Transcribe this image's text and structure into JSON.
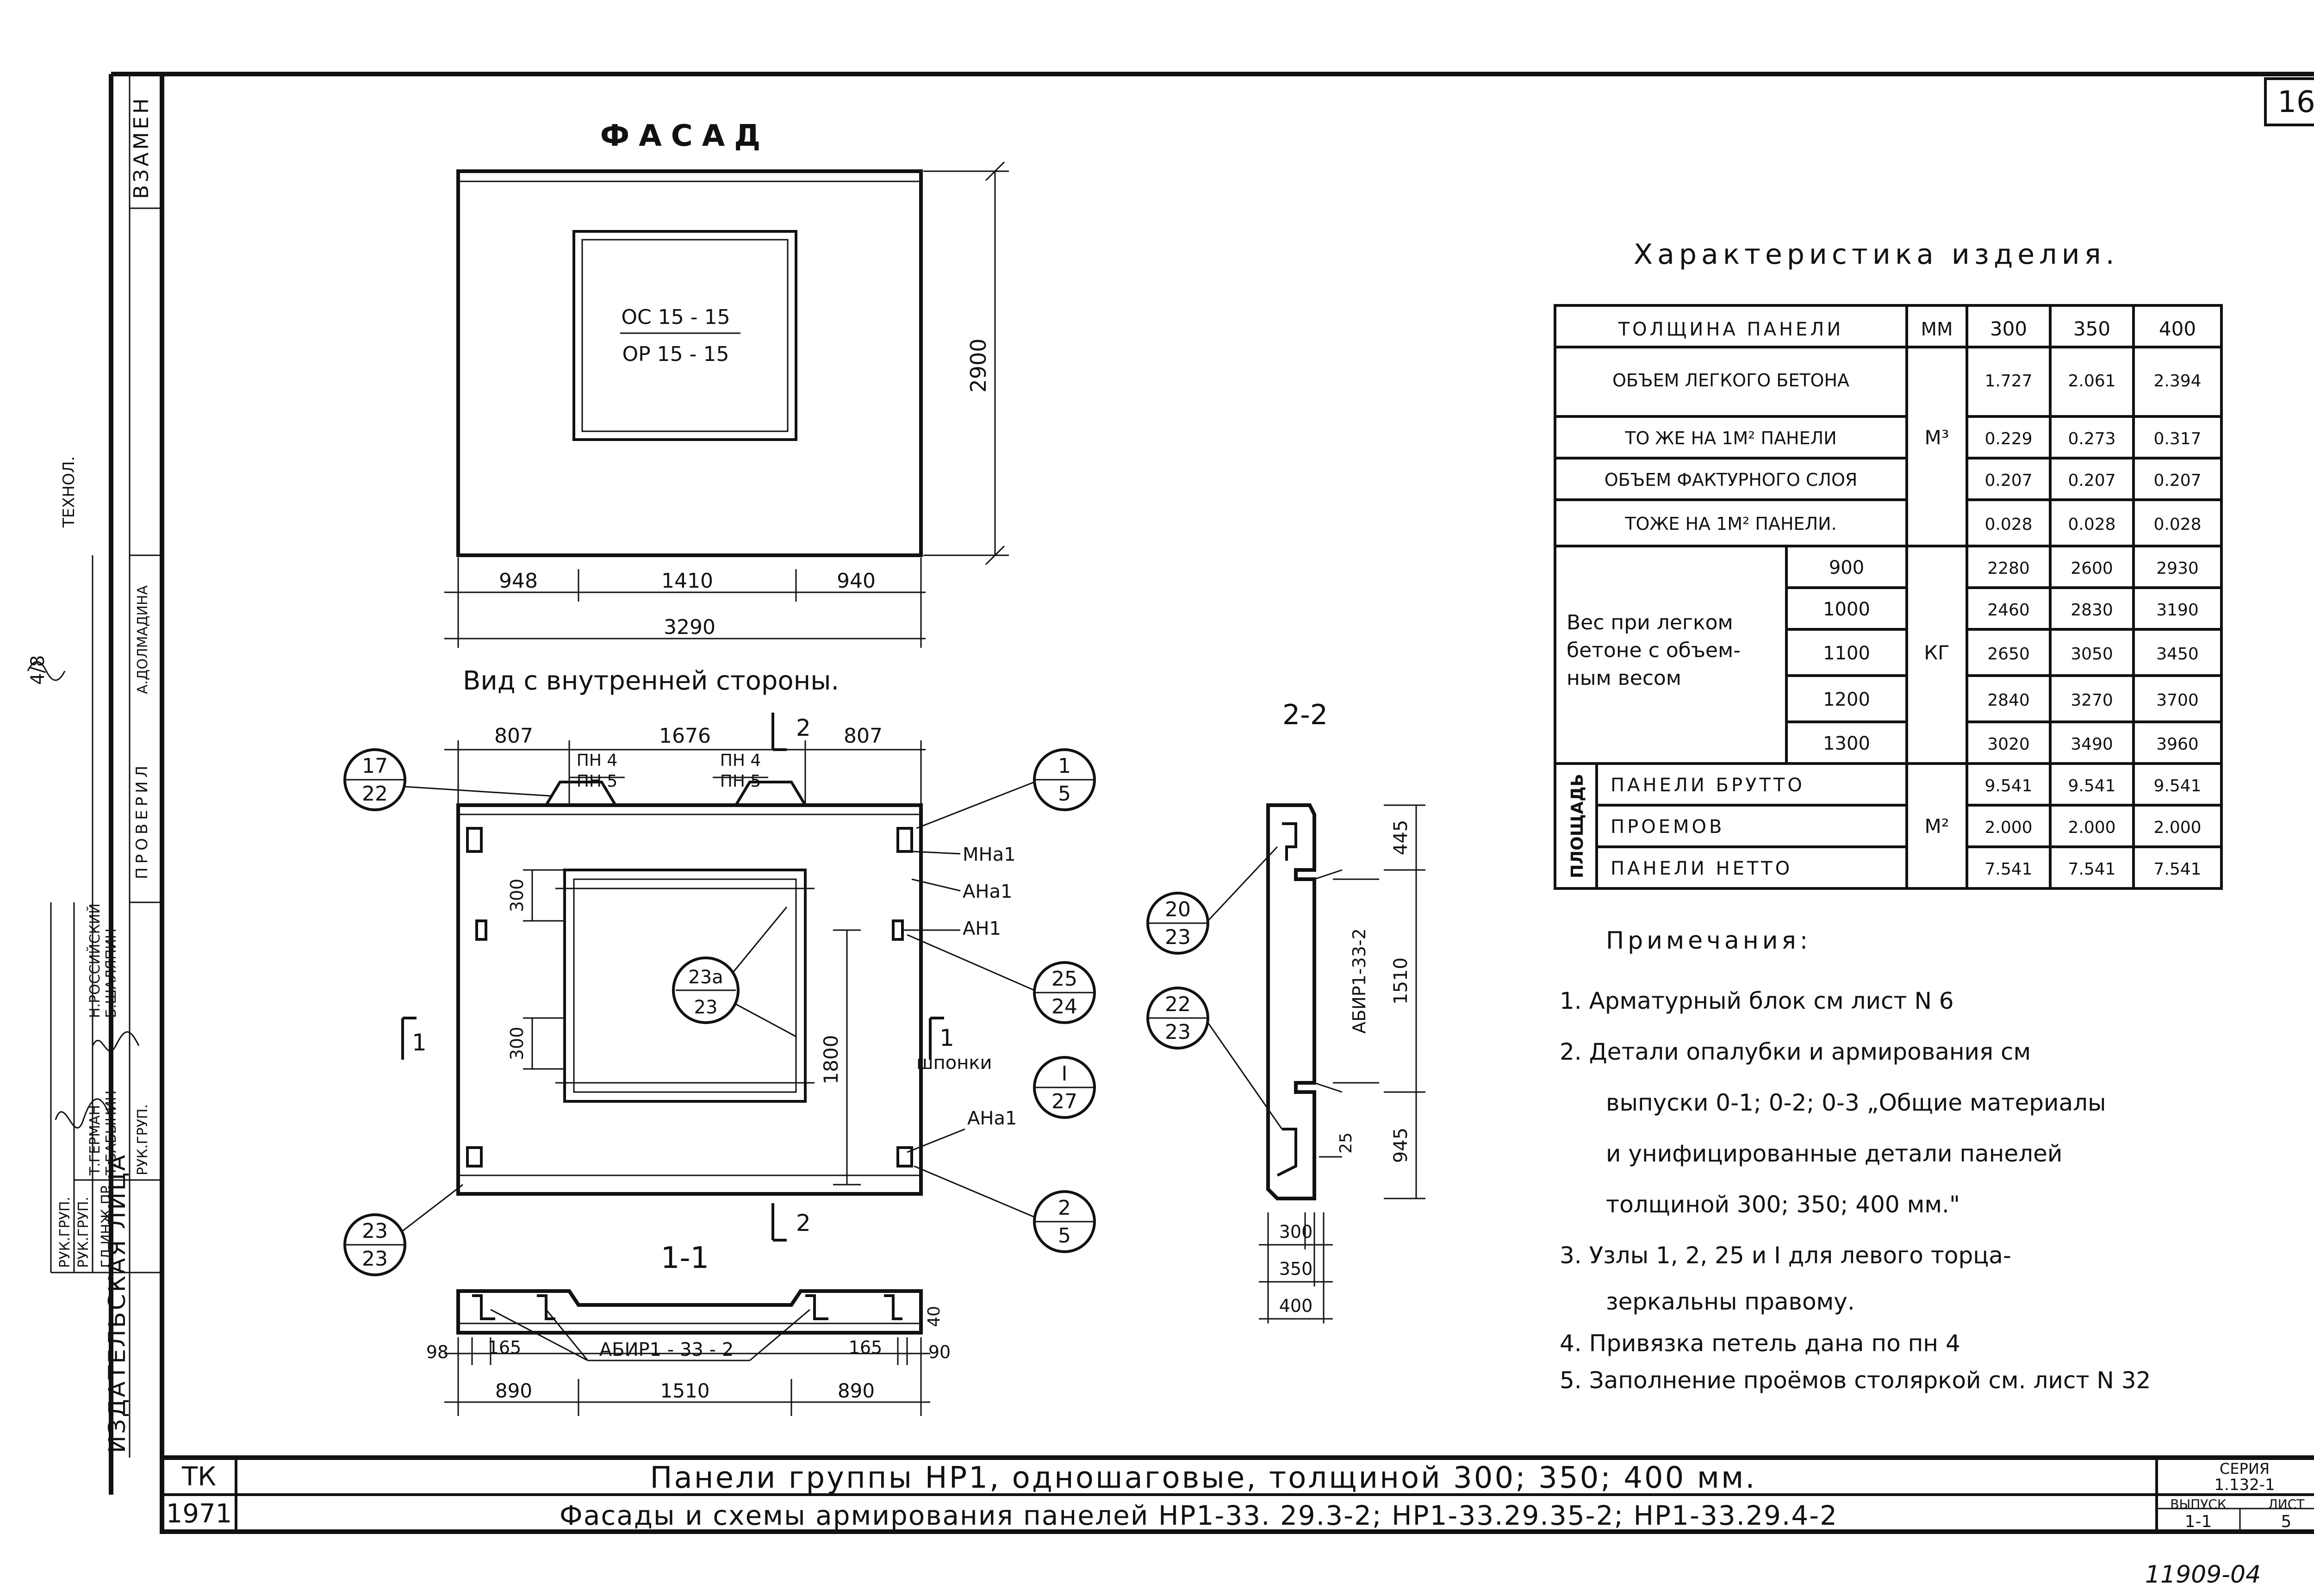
{
  "sheet": {
    "page_number": "16",
    "code": "11909-04",
    "side_stamp_top": "ВЗАМЕН",
    "side_stamp_bottom": "ИЗДАТЕЛЬСКАЯ ЛИЦА",
    "side_note": "ТЕХНОЛ.",
    "side_mark": "4/8",
    "side_headers": [
      "ПРОВЕРИЛ",
      "РУК.ГРУП.",
      "ГЛ.ИНЖ.ПР.",
      "РУК.ГРУП.",
      "РУК.ГРУП."
    ],
    "side_names": [
      "Б.ШАЛЯПИН",
      "Н.РОССИЙСКИЙ",
      "Т.БАБЫНИН",
      "Т.ГЕРМАН",
      "А.ДОЛМАДИНА"
    ]
  },
  "facade": {
    "title": "ФАСАД",
    "window_label_1": "ОС 15 - 15",
    "window_label_2": "ОР 15 - 15",
    "height": "2900",
    "dim_left": "948",
    "dim_mid": "1410",
    "dim_right": "940",
    "dim_total": "3290"
  },
  "interior": {
    "title": "Вид с внутренней стороны.",
    "dim_left": "807",
    "dim_mid": "1676",
    "dim_right": "807",
    "section_2_top": "2",
    "section_2_bottom": "2",
    "section_1_left": "1",
    "section_1_right": "1",
    "loop_1": "ПН 4",
    "loop_1b": "ПН 5",
    "loop_2": "ПН 4",
    "loop_2b": "ПН 5",
    "dim_300a": "300",
    "dim_300b": "300",
    "dim_1800": "1800",
    "label_mn": "МНа1",
    "label_an1": "АНа1",
    "label_an": "АН1",
    "label_shponki": "шпонки",
    "label_an2": "АНа1",
    "center_node_top": "23а",
    "center_node_bottom": "23",
    "node_17_top": "17",
    "node_17_bottom": "22",
    "node_1_top": "1",
    "node_1_bottom": "5",
    "node_25_top": "25",
    "node_25_bottom": "24",
    "node_I_top": "I",
    "node_I_bottom": "27",
    "node_2_top": "2",
    "node_2_bottom": "5",
    "node_23_top": "23",
    "node_23_bottom": "23"
  },
  "section11": {
    "title": "1-1",
    "frame": "АБИР1 - 33 - 2",
    "dim_98": "98",
    "dim_165a": "165",
    "dim_165b": "165",
    "dim_90": "90",
    "dim_40": "40",
    "dim_890a": "890",
    "dim_1510": "1510",
    "dim_890b": "890"
  },
  "section22": {
    "title": "2-2",
    "frame": "АБИР1-33-2",
    "dim_445": "445",
    "dim_1510": "1510",
    "dim_945": "945",
    "dim_25": "25",
    "dim_300": "300",
    "dim_350": "350",
    "dim_400": "400",
    "node_20_top": "20",
    "node_20_bottom": "23",
    "node_22_top": "22",
    "node_22_bottom": "23"
  },
  "characteristics": {
    "title": "Характеристика изделия.",
    "header": {
      "label": "ТОЛЩИНА ПАНЕЛИ",
      "unit": "ММ",
      "c1": "300",
      "c2": "350",
      "c3": "400"
    },
    "rows_m3": [
      {
        "label": "ОБЪЕМ ЛЕГКОГО БЕТОНА",
        "v": [
          "1.727",
          "2.061",
          "2.394"
        ]
      },
      {
        "label": "ТО ЖЕ НА 1М² ПАНЕЛИ",
        "v": [
          "0.229",
          "0.273",
          "0.317"
        ]
      },
      {
        "label": "ОБЪЕМ ФАКТУРНОГО СЛОЯ",
        "v": [
          "0.207",
          "0.207",
          "0.207"
        ]
      },
      {
        "label": "ТОЖЕ НА 1М² ПАНЕЛИ.",
        "v": [
          "0.028",
          "0.028",
          "0.028"
        ]
      }
    ],
    "unit_m3": "М³",
    "weight_label_1": "Вес при легком",
    "weight_label_2": "бетоне с объем-",
    "weight_label_3": "ным весом",
    "unit_kg": "КГ",
    "rows_kg": [
      {
        "d": "900",
        "v": [
          "2280",
          "2600",
          "2930"
        ]
      },
      {
        "d": "1000",
        "v": [
          "2460",
          "2830",
          "3190"
        ]
      },
      {
        "d": "1100",
        "v": [
          "2650",
          "3050",
          "3450"
        ]
      },
      {
        "d": "1200",
        "v": [
          "2840",
          "3270",
          "3700"
        ]
      },
      {
        "d": "1300",
        "v": [
          "3020",
          "3490",
          "3960"
        ]
      }
    ],
    "area_label": "ПЛОЩАДЬ",
    "unit_m2": "М²",
    "rows_m2": [
      {
        "label": "ПАНЕЛИ БРУТТО",
        "v": [
          "9.541",
          "9.541",
          "9.541"
        ]
      },
      {
        "label": "ПРОЕМОВ",
        "v": [
          "2.000",
          "2.000",
          "2.000"
        ]
      },
      {
        "label": "ПАНЕЛИ НЕТТО",
        "v": [
          "7.541",
          "7.541",
          "7.541"
        ]
      }
    ]
  },
  "notes": {
    "title": "Примечания:",
    "lines": [
      "1. Арматурный блок см лист N 6",
      "2. Детали опалубки и армирования см",
      "выпуски 0-1; 0-2; 0-3 „Общие материалы",
      "и унифицированные детали панелей",
      "толщиной 300; 350; 400 мм.\"",
      "3. Узлы 1, 2, 25 и I для левого торца-",
      "зеркальны правому.",
      "4. Привязка петель дана по пн 4",
      "5. Заполнение проёмов столяркой см. лист N 32"
    ]
  },
  "titleblock": {
    "org": "ТК",
    "year": "1971",
    "line1": "Панели группы НР1, однoшаговые, толщиной 300; 350; 400 мм.",
    "line2": "Фасады и схемы армирования панелей НР1-33. 29.3-2; НР1-33.29.35-2; НР1-33.29.4-2",
    "series_label": "СЕРИЯ",
    "series_value": "1.132-1",
    "issue_label": "ВЫПУСК",
    "issue_value": "1-1",
    "sheet_label": "ЛИСТ",
    "sheet_value": "5"
  }
}
